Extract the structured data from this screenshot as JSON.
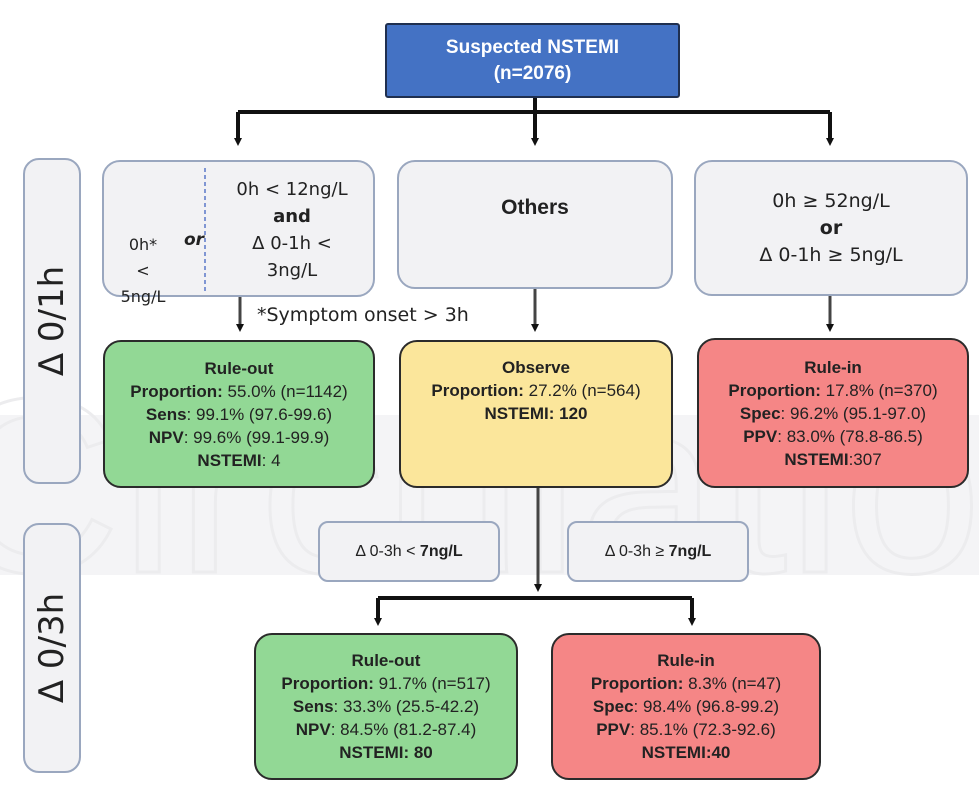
{
  "watermark": "Circulation",
  "phases": {
    "p1": "Δ 0/1h",
    "p2": "Δ 0/3h"
  },
  "root": {
    "line1": "Suspected NSTEMI",
    "line2": "(n=2076)"
  },
  "criteria": {
    "ruleout_left_line1": "0h*",
    "ruleout_left_line2": "< 5ng/L",
    "ruleout_or": "or",
    "ruleout_right_line1": "0h < 12ng/L",
    "ruleout_right_and": "and",
    "ruleout_right_line3": "Δ 0-1h <",
    "ruleout_right_line4": "3ng/L",
    "others": "Others",
    "rulein_line1": "0h ≥ 52ng/L",
    "rulein_or": "or",
    "rulein_line3": "Δ 0-1h ≥ 5ng/L"
  },
  "footnote": "*Symptom onset > 3h",
  "results_1h": {
    "ruleout": {
      "title": "Rule-out",
      "proportion_label": "Proportion:",
      "proportion_value": " 55.0% (n=1142)",
      "sens_label": "Sens",
      "sens_value": ": 99.1% (97.6-99.6)",
      "npv_label": "NPV",
      "npv_value": ": 99.6% (99.1-99.9)",
      "nstemi_label": "NSTEMI",
      "nstemi_value": ": 4"
    },
    "observe": {
      "title": "Observe",
      "proportion_label": "Proportion:",
      "proportion_value": " 27.2% (n=564)",
      "nstemi_label": "NSTEMI:",
      "nstemi_value": " 120"
    },
    "rulein": {
      "title": "Rule-in",
      "proportion_label": "Proportion:",
      "proportion_value": " 17.8% (n=370)",
      "spec_label": "Spec",
      "spec_value": ": 96.2% (95.1-97.0)",
      "ppv_label": "PPV",
      "ppv_value": ": 83.0% (78.8-86.5)",
      "nstemi_label": "NSTEMI",
      "nstemi_value": ":307"
    }
  },
  "criteria_3h": {
    "low_prefix": "Δ 0-3h < ",
    "low_value": "7ng/L",
    "high_prefix": "Δ 0-3h ≥ ",
    "high_value": "7ng/L"
  },
  "results_3h": {
    "ruleout": {
      "title": "Rule-out",
      "proportion_label": "Proportion:",
      "proportion_value": " 91.7% (n=517)",
      "sens_label": "Sens",
      "sens_value": ": 33.3% (25.5-42.2)",
      "npv_label": "NPV",
      "npv_value": ": 84.5% (81.2-87.4)",
      "nstemi_label": "NSTEMI: 80"
    },
    "rulein": {
      "title": "Rule-in",
      "proportion_label": "Proportion:",
      "proportion_value": " 8.3% (n=47)",
      "spec_label": "Spec",
      "spec_value": ": 98.4% (96.8-99.2)",
      "ppv_label": "PPV",
      "ppv_value": ": 85.1% (72.3-92.6)",
      "nstemi_label": "NSTEMI:40"
    }
  }
}
